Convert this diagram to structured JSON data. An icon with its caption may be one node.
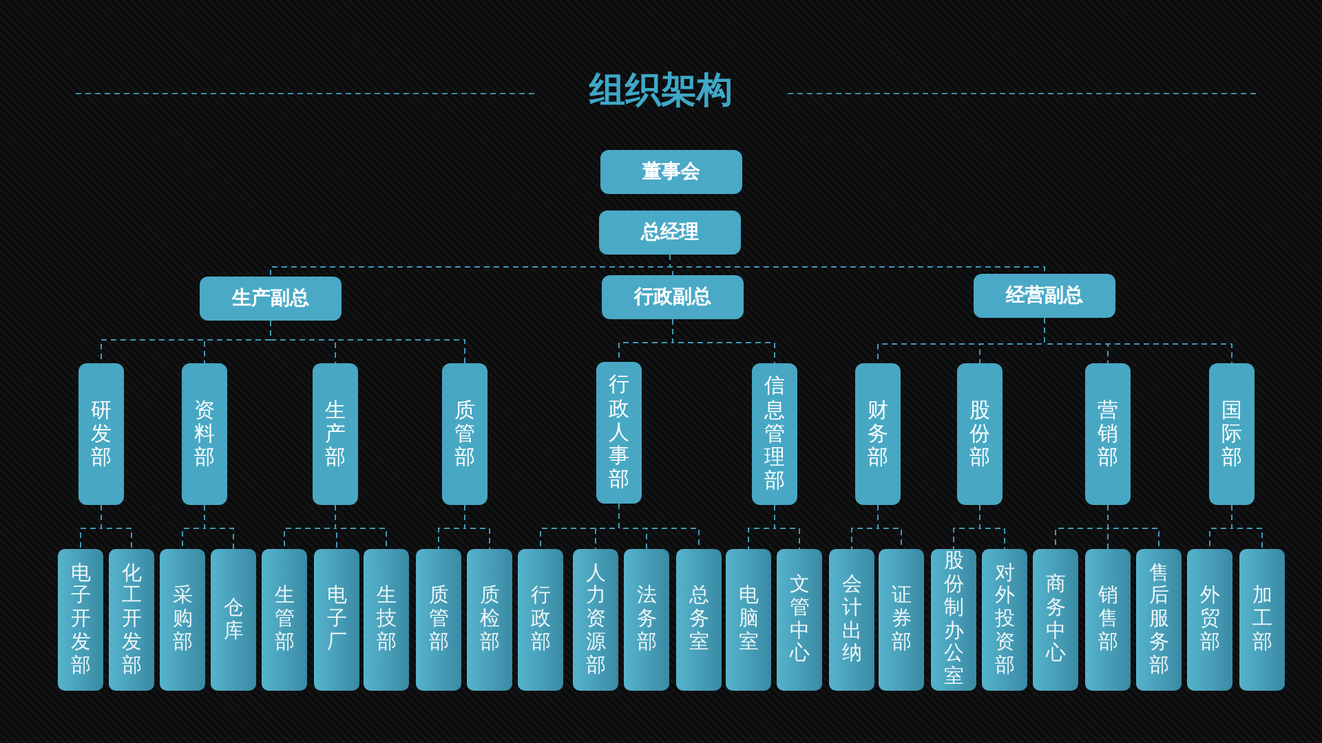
{
  "diagram": {
    "title": "组织架构",
    "nodes": [
      {
        "text": [
          "董事会"
        ]
      },
      {
        "text": [
          "总经理"
        ]
      },
      {
        "text": [
          "生产副总"
        ]
      },
      {
        "text": [
          "行政副总"
        ]
      },
      {
        "text": [
          "经营副总"
        ]
      },
      {
        "text": [
          "研发部"
        ]
      },
      {
        "text": [
          "资料部"
        ]
      },
      {
        "text": [
          "生产部"
        ]
      },
      {
        "text": [
          "质管部"
        ]
      },
      {
        "text": [
          "行政人事部"
        ]
      },
      {
        "text": [
          "信息管理部"
        ]
      },
      {
        "text": [
          "财务部"
        ]
      },
      {
        "text": [
          "股份部"
        ]
      },
      {
        "text": [
          "营销部"
        ]
      },
      {
        "text": [
          "国际部"
        ]
      },
      {
        "text": [
          "电子开发部"
        ]
      },
      {
        "text": [
          "化工开发部"
        ]
      },
      {
        "text": [
          "采购部"
        ]
      },
      {
        "text": [
          "仓库"
        ]
      },
      {
        "text": [
          "生管部"
        ]
      },
      {
        "text": [
          "电子厂"
        ]
      },
      {
        "text": [
          "生技部"
        ]
      },
      {
        "text": [
          "质管部"
        ]
      },
      {
        "text": [
          "质检部"
        ]
      },
      {
        "text": [
          "行政部"
        ]
      },
      {
        "text": [
          "人力资源部"
        ]
      },
      {
        "text": [
          "法务部"
        ]
      },
      {
        "text": [
          "总务室"
        ]
      },
      {
        "text": [
          "电脑室"
        ]
      },
      {
        "text": [
          "文管中心"
        ]
      },
      {
        "text": [
          "会计出纳"
        ]
      },
      {
        "text": [
          "证券部"
        ]
      },
      {
        "text": [
          "股份制办公室"
        ]
      },
      {
        "text": [
          "对外投资部"
        ]
      },
      {
        "text": [
          "商务中心"
        ]
      },
      {
        "text": [
          "销售部"
        ]
      },
      {
        "text": [
          "售后服务部"
        ]
      },
      {
        "text": [
          "外贸部"
        ]
      },
      {
        "text": [
          "加工部"
        ]
      }
    ],
    "edges": [
      {
        "from": 1,
        "to": 2,
        "arrow": "none",
        "style": "dashed"
      },
      {
        "from": 1,
        "to": 3,
        "arrow": "none",
        "style": "dashed"
      },
      {
        "from": 1,
        "to": 4,
        "arrow": "none",
        "style": "dashed"
      },
      {
        "from": 2,
        "to": 5,
        "arrow": "none",
        "style": "dashed"
      },
      {
        "from": 2,
        "to": 6,
        "arrow": "none",
        "style": "dashed"
      },
      {
        "from": 2,
        "to": 7,
        "arrow": "none",
        "style": "dashed"
      },
      {
        "from": 2,
        "to": 8,
        "arrow": "none",
        "style": "dashed"
      },
      {
        "from": 3,
        "to": 9,
        "arrow": "none",
        "style": "dashed"
      },
      {
        "from": 3,
        "to": 10,
        "arrow": "none",
        "style": "dashed"
      },
      {
        "from": 4,
        "to": 11,
        "arrow": "none",
        "style": "dashed"
      },
      {
        "from": 4,
        "to": 12,
        "arrow": "none",
        "style": "dashed"
      },
      {
        "from": 4,
        "to": 13,
        "arrow": "none",
        "style": "dashed"
      },
      {
        "from": 4,
        "to": 14,
        "arrow": "none",
        "style": "dashed"
      },
      {
        "from": 5,
        "to": 15,
        "arrow": "none",
        "style": "dashed"
      },
      {
        "from": 5,
        "to": 16,
        "arrow": "none",
        "style": "dashed"
      },
      {
        "from": 6,
        "to": 17,
        "arrow": "none",
        "style": "dashed"
      },
      {
        "from": 6,
        "to": 18,
        "arrow": "none",
        "style": "dashed"
      },
      {
        "from": 7,
        "to": 19,
        "arrow": "none",
        "style": "dashed"
      },
      {
        "from": 7,
        "to": 20,
        "arrow": "none",
        "style": "dashed"
      },
      {
        "from": 7,
        "to": 21,
        "arrow": "none",
        "style": "dashed"
      },
      {
        "from": 8,
        "to": 22,
        "arrow": "none",
        "style": "dashed"
      },
      {
        "from": 8,
        "to": 23,
        "arrow": "none",
        "style": "dashed"
      },
      {
        "from": 9,
        "to": 24,
        "arrow": "none",
        "style": "dashed"
      },
      {
        "from": 9,
        "to": 25,
        "arrow": "none",
        "style": "dashed"
      },
      {
        "from": 9,
        "to": 26,
        "arrow": "none",
        "style": "dashed"
      },
      {
        "from": 9,
        "to": 27,
        "arrow": "none",
        "style": "dashed"
      },
      {
        "from": 10,
        "to": 28,
        "arrow": "none",
        "style": "dashed"
      },
      {
        "from": 10,
        "to": 29,
        "arrow": "none",
        "style": "dashed"
      },
      {
        "from": 11,
        "to": 30,
        "arrow": "none",
        "style": "dashed"
      },
      {
        "from": 11,
        "to": 31,
        "arrow": "none",
        "style": "dashed"
      },
      {
        "from": 12,
        "to": 32,
        "arrow": "none",
        "style": "dashed"
      },
      {
        "from": 12,
        "to": 33,
        "arrow": "none",
        "style": "dashed"
      },
      {
        "from": 13,
        "to": 34,
        "arrow": "none",
        "style": "dashed"
      },
      {
        "from": 13,
        "to": 35,
        "arrow": "none",
        "style": "dashed"
      },
      {
        "from": 13,
        "to": 36,
        "arrow": "none",
        "style": "dashed"
      },
      {
        "from": 14,
        "to": 37,
        "arrow": "none",
        "style": "dashed"
      },
      {
        "from": 14,
        "to": 38,
        "arrow": "none",
        "style": "dashed"
      }
    ]
  }
}
